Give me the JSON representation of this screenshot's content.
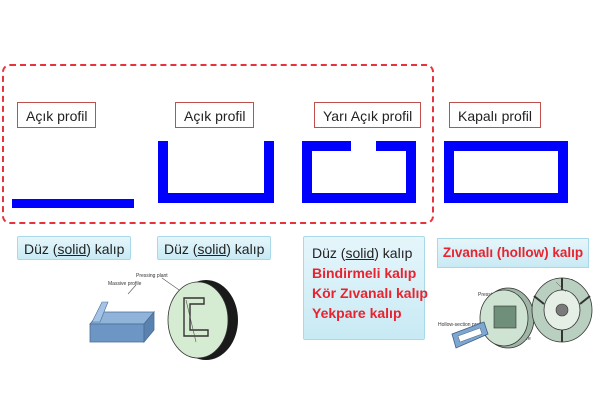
{
  "profiles": {
    "label_1": "Açık profil",
    "label_2": "Açık profil",
    "label_3": "Yarı Açık profil",
    "label_4": "Kapalı profil"
  },
  "dies": {
    "solid_1": {
      "pre": "Düz (",
      "mid": "solid",
      "post": ") kalıp"
    },
    "solid_2": {
      "pre": "Düz (",
      "mid": "solid",
      "post": ") kalıp"
    },
    "solid_3": {
      "pre": "Düz (",
      "mid": "solid",
      "post": ") kalıp",
      "lines": [
        "Bindirmeli kalıp",
        "Kör Zıvanalı kalıp",
        "Yekpare kalıp"
      ]
    },
    "hollow": {
      "pre": "Zıvanalı (",
      "mid": "hollow",
      "post": ") kalıp"
    }
  },
  "illustrations": {
    "solid_die": {
      "left_label": "Massive profile",
      "right_label": "Pressing plant"
    },
    "hollow_die": {
      "label_tool": "Pressing tool",
      "label_bridge": "Bridges",
      "label_profile": "Hollow-section profile",
      "label_core": "Core"
    }
  },
  "colors": {
    "profile_blue": "#0000ff",
    "dashed_red": "#e8323c",
    "accent_red": "#e8232f"
  }
}
